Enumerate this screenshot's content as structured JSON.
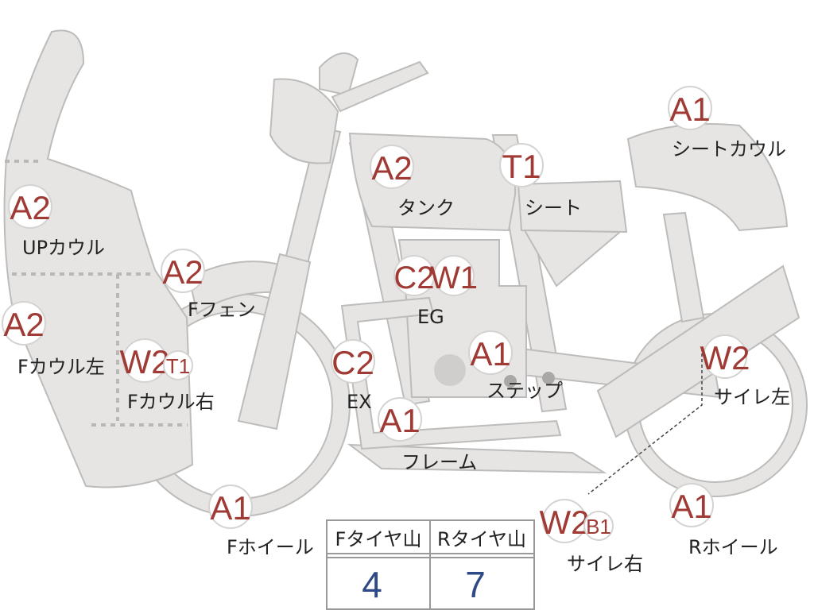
{
  "colors": {
    "grade": "#a03a35",
    "tire_value": "#2d4a86",
    "part_fill": "#e6e5e3"
  },
  "parts": {
    "up_cowl": {
      "label": "UPカウル",
      "grade": "A2"
    },
    "f_cowl_left": {
      "label": "Fカウル左",
      "grade": "A2"
    },
    "f_cowl_right": {
      "label": "Fカウル右",
      "grade": "W2",
      "sub_grade": "T1"
    },
    "f_fender": {
      "label": "Fフェン",
      "grade": "A2"
    },
    "tank": {
      "label": "タンク",
      "grade": "A2"
    },
    "seat": {
      "label": "シート",
      "grade": "T1"
    },
    "seat_cowl": {
      "label": "シートカウル",
      "grade": "A1"
    },
    "engine": {
      "label": "EG",
      "grade": "C2",
      "grade2": "W1"
    },
    "exhaust": {
      "label": "EX",
      "grade": "C2"
    },
    "step": {
      "label": "ステップ",
      "grade": "A1"
    },
    "frame": {
      "label": "フレーム",
      "grade": "A1"
    },
    "f_wheel": {
      "label": "Fホイール",
      "grade": "A1"
    },
    "r_wheel": {
      "label": "Rホイール",
      "grade": "A1"
    },
    "muffler_left": {
      "label": "サイレ左",
      "grade": "W2"
    },
    "muffler_right": {
      "label": "サイレ右",
      "grade": "W2",
      "sub_grade": "B1"
    }
  },
  "tire_table": {
    "headers": [
      "Fタイヤ山",
      "Rタイヤ山"
    ],
    "values": [
      "4",
      "7"
    ]
  }
}
